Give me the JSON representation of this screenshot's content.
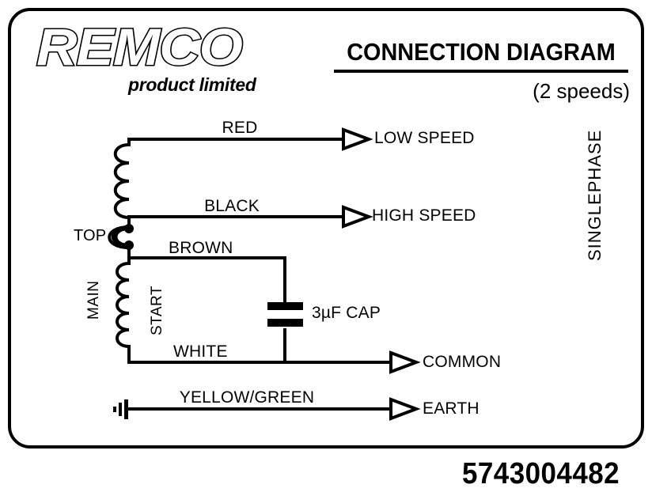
{
  "page": {
    "background_color": "#ffffff",
    "ink_color": "#000000",
    "part_number": "5743004482"
  },
  "header": {
    "logo_name": "REMCO",
    "logo_tagline": "product limited",
    "title": "CONNECTION DIAGRAM",
    "subtitle": "(2 speeds)"
  },
  "side": {
    "phase_label": "SINGLEPHASE"
  },
  "diagram": {
    "wires": [
      {
        "color_label": "RED",
        "terminal": "LOW SPEED"
      },
      {
        "color_label": "BLACK",
        "terminal": "HIGH SPEED"
      },
      {
        "color_label": "BROWN",
        "terminal": ""
      },
      {
        "color_label": "WHITE",
        "terminal": "COMMON"
      },
      {
        "color_label": "YELLOW/GREEN",
        "terminal": "EARTH"
      }
    ],
    "windings": [
      {
        "name": "MAIN"
      },
      {
        "name": "TOP"
      },
      {
        "name": "START"
      }
    ],
    "component": {
      "capacitor_label": "3µF  CAP"
    },
    "icons": {
      "earth": "earth-ground-icon",
      "arrow": "open-arrowhead-icon",
      "coil": "coil-winding-icon",
      "capacitor": "capacitor-icon",
      "junction": "junction-dot-icon"
    }
  }
}
